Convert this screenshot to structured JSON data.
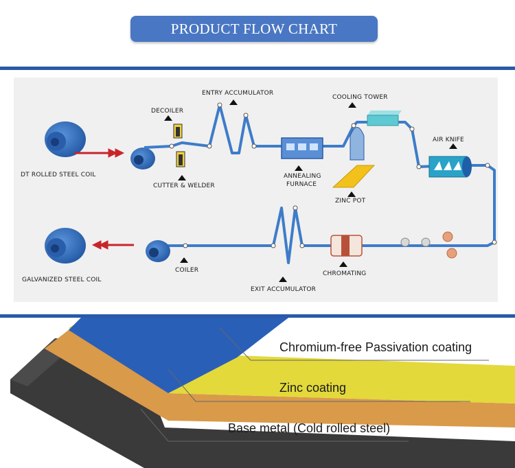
{
  "header": {
    "title": "PRODUCT FLOW CHART"
  },
  "flow": {
    "stages": {
      "input_coil": "DT ROLLED STEEL COIL",
      "decoiler": "DECOILER",
      "cutter_welder": "CUTTER & WELDER",
      "entry_accumulator": "ENTRY ACCUMULATOR",
      "annealing_furnace_line1": "ANNEALING",
      "annealing_furnace_line2": "FURNACE",
      "cooling_tower": "COOLING TOWER",
      "zinc_pot": "ZINC POT",
      "air_knife": "AIR KNIFE",
      "chromating": "CHROMATING",
      "exit_accumulator": "EXIT ACCUMULATOR",
      "coiler": "COILER",
      "output_coil": "GALVANIZED STEEL COIL"
    },
    "colors": {
      "strip": "#3d7cc9",
      "arrow": "#c8252b",
      "coil": "#2f6dc0",
      "zinc_pot": "#f2c11b",
      "cooling_tower": "#5ec9d2",
      "air_knife": "#2aa3c9"
    }
  },
  "layers": {
    "items": [
      "Chromium-free Passivation coating",
      "Zinc coating",
      "Base metal (Cold rolled steel)"
    ],
    "colors": {
      "passivation": "#2a5fb8",
      "zinc_edge": "#e3d93b",
      "zinc": "#d99a4a",
      "base": "#3a3a3a"
    }
  }
}
